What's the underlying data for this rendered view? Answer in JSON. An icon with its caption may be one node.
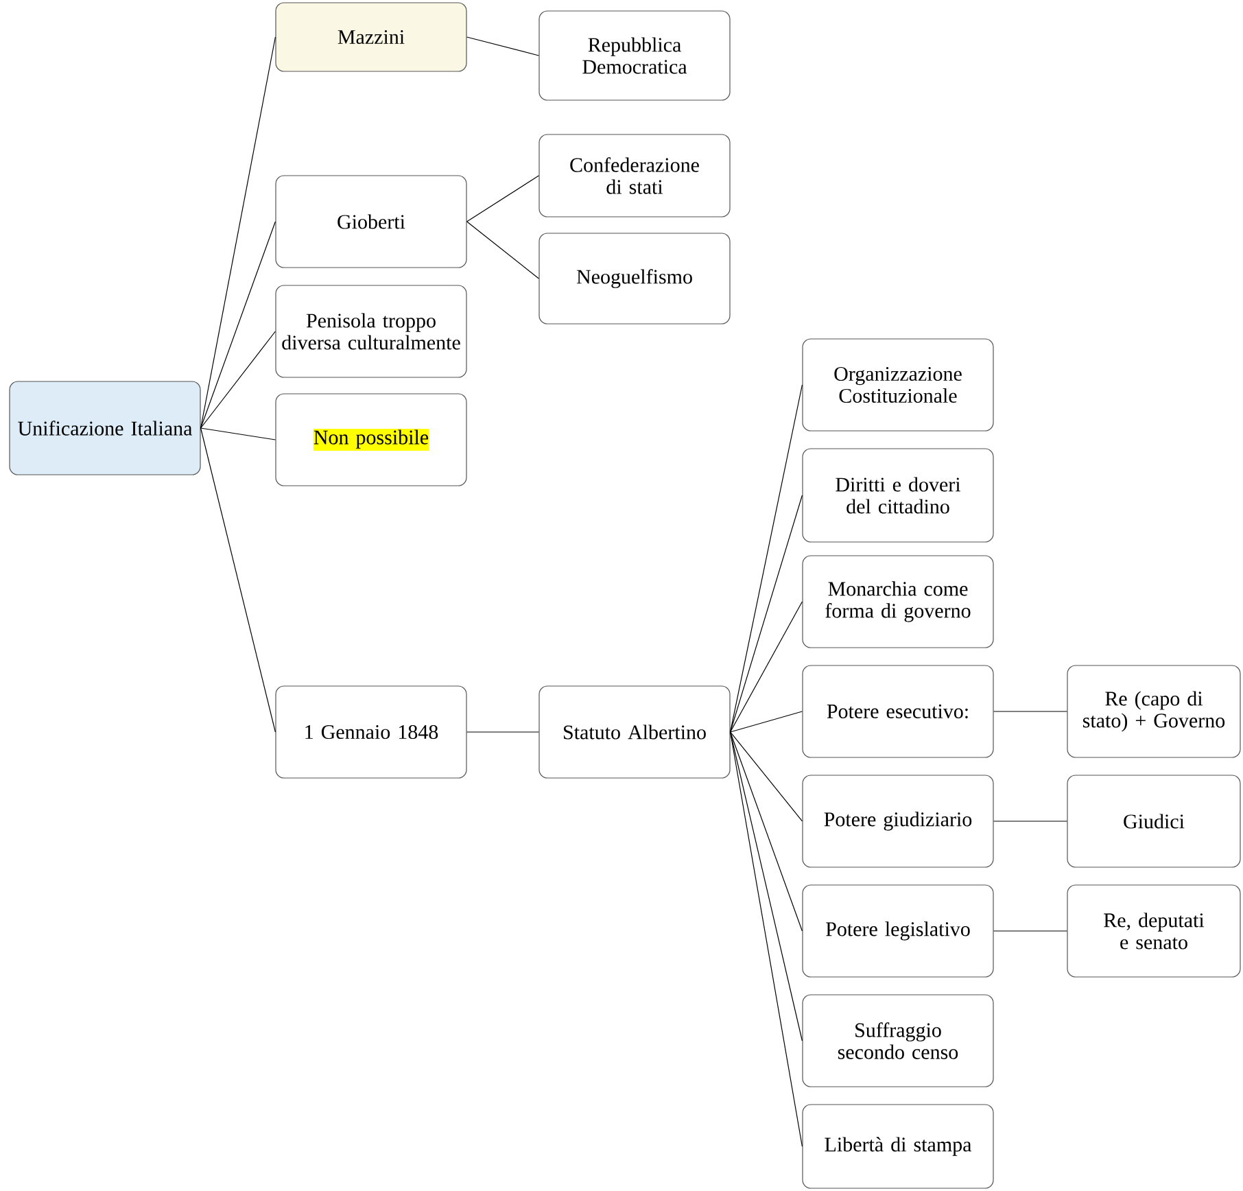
{
  "diagram": {
    "nodes": [
      {
        "text": [
          "Unificazione Italiana"
        ]
      },
      {
        "text": [
          "Mazzini"
        ]
      },
      {
        "text": [
          "Repubblica Democratica"
        ]
      },
      {
        "text": [
          "Gioberti"
        ]
      },
      {
        "text": [
          "Confederazione di stati"
        ]
      },
      {
        "text": [
          "Neoguelfismo"
        ]
      },
      {
        "text": [
          "Penisola troppo diversa culturalmente"
        ]
      },
      {
        "text": [
          "Non possibile"
        ]
      },
      {
        "text": [
          "1 Gennaio 1848"
        ]
      },
      {
        "text": [
          "Statuto Albertino"
        ]
      },
      {
        "text": [
          "Organizzazione Costituzionale"
        ]
      },
      {
        "text": [
          "Diritti e doveri del cittadino"
        ]
      },
      {
        "text": [
          "Monarchia come forma di governo"
        ]
      },
      {
        "text": [
          "Potere esecutivo:"
        ]
      },
      {
        "text": [
          "Re (capo di stato) + Governo"
        ]
      },
      {
        "text": [
          "Potere giudiziario"
        ]
      },
      {
        "text": [
          "Giudici"
        ]
      },
      {
        "text": [
          "Potere legislativo"
        ]
      },
      {
        "text": [
          "Re, deputati e senato"
        ]
      },
      {
        "text": [
          "Suffraggio secondo censo"
        ]
      },
      {
        "text": [
          "Libertà di stampa"
        ]
      }
    ],
    "edges": [
      {
        "from": 0,
        "to": 1,
        "arrow": "none"
      },
      {
        "from": 1,
        "to": 2,
        "arrow": "none"
      },
      {
        "from": 0,
        "to": 3,
        "arrow": "none"
      },
      {
        "from": 3,
        "to": 4,
        "arrow": "none"
      },
      {
        "from": 3,
        "to": 5,
        "arrow": "none"
      },
      {
        "from": 0,
        "to": 6,
        "arrow": "none"
      },
      {
        "from": 0,
        "to": 7,
        "arrow": "none"
      },
      {
        "from": 0,
        "to": 8,
        "arrow": "none"
      },
      {
        "from": 8,
        "to": 9,
        "arrow": "none"
      },
      {
        "from": 9,
        "to": 10,
        "arrow": "none"
      },
      {
        "from": 9,
        "to": 11,
        "arrow": "none"
      },
      {
        "from": 9,
        "to": 12,
        "arrow": "none"
      },
      {
        "from": 9,
        "to": 13,
        "arrow": "none"
      },
      {
        "from": 13,
        "to": 14,
        "arrow": "none"
      },
      {
        "from": 9,
        "to": 15,
        "arrow": "none"
      },
      {
        "from": 15,
        "to": 16,
        "arrow": "none"
      },
      {
        "from": 9,
        "to": 17,
        "arrow": "none"
      },
      {
        "from": 17,
        "to": 18,
        "arrow": "none"
      },
      {
        "from": 9,
        "to": 19,
        "arrow": "none"
      },
      {
        "from": 9,
        "to": 20,
        "arrow": "none"
      }
    ]
  }
}
